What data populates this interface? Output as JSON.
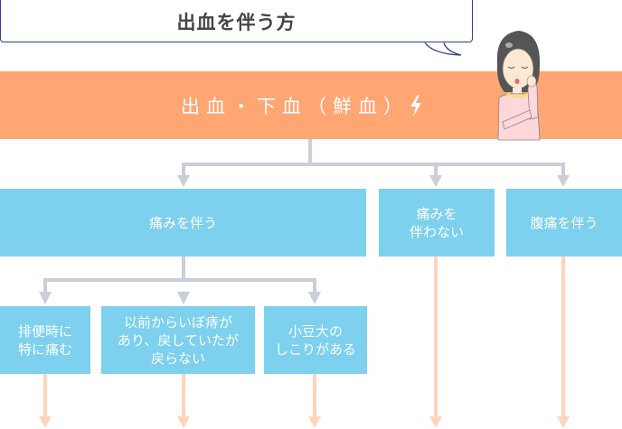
{
  "bubble": {
    "title": "出血を伴う方"
  },
  "header": {
    "title": "出血・下血（鮮血）",
    "icon": "lightning-icon"
  },
  "level1": [
    {
      "label": "痛みを伴う"
    },
    {
      "label": "痛みを\n伴わない"
    },
    {
      "label": "腹痛を伴う"
    }
  ],
  "level2": [
    {
      "label": "排便時に\n特に痛む"
    },
    {
      "label": "以前からいぼ痔が\nあり、戻していたが\n戻らない"
    },
    {
      "label": "小豆大の\nしこりがある"
    }
  ],
  "colors": {
    "band": "#ffa672",
    "box": "#7dd0ee",
    "connector": "#c9ced8",
    "result_arrow": "#fdd5bd",
    "bubble_border": "#2b3f8c"
  }
}
